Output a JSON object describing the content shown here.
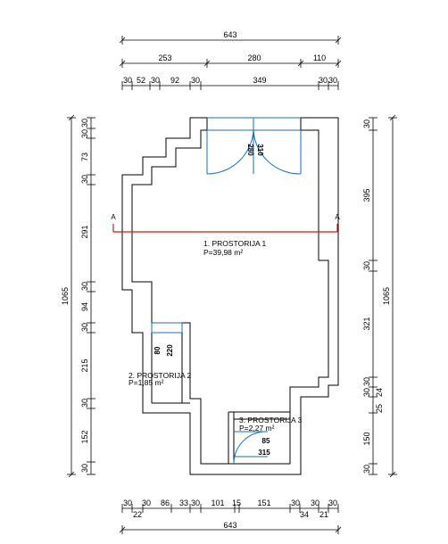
{
  "dimensions": {
    "top_overall": "643",
    "top_mid": [
      "253",
      "280",
      "110"
    ],
    "top_detail": [
      "30",
      "52",
      "30",
      "92",
      "30",
      "349",
      "30",
      "30"
    ],
    "bottom_detail": [
      "30",
      "30",
      "86",
      "33",
      "30",
      "101",
      "15",
      "151",
      "30",
      "30",
      "30"
    ],
    "bottom_detail_sub": [
      "22",
      "34",
      "21"
    ],
    "bottom_overall": "643",
    "left_overall": "1065",
    "left_detail": [
      "30",
      "30",
      "73",
      "30",
      "291",
      "30",
      "94",
      "30",
      "215",
      "30",
      "152",
      "30"
    ],
    "right_overall": "1065",
    "right_detail": [
      "30",
      "395",
      "30",
      "321",
      "30",
      "30",
      "25",
      "24",
      "150",
      "30"
    ]
  },
  "section": {
    "left_label": "A",
    "right_label": "A"
  },
  "rooms": [
    {
      "name": "1. PROSTORIJA 1",
      "area": "P=39,98 m²"
    },
    {
      "name": "2. PROSTORIJA 2",
      "area": "P=1,85 m²"
    },
    {
      "name": "3. PROSTORIJA 3",
      "area": "P=2,27 m²"
    }
  ],
  "doors": [
    {
      "width": "280",
      "height": "310"
    },
    {
      "width": "80",
      "height": "220"
    },
    {
      "width": "85",
      "height": "315"
    }
  ],
  "colors": {
    "lines": "#000000",
    "doors": "#1a6fb5",
    "section": "#e01010"
  }
}
